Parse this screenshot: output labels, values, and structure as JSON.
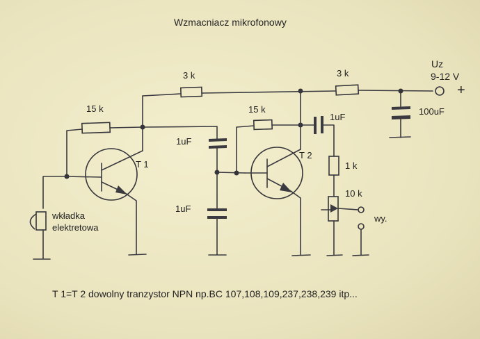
{
  "title": "Wzmacniacz mikrofonowy",
  "labels": {
    "r_top_1": "3 k",
    "r_top_2": "3 k",
    "r_15k_1": "15 k",
    "r_15k_2": "15 k",
    "supply_name": "Uz",
    "supply_voltage": "9-12 V",
    "supply_plus": "+",
    "c_100uf": "100uF",
    "c_1uf_out": "1uF",
    "c_1uf_coupling": "1uF",
    "c_1uf_lower": "1uF",
    "t1": "T 1",
    "t2": "T 2",
    "r_1k": "1 k",
    "pot_10k": "10 k",
    "output": "wy.",
    "mic_line1": "wkładka",
    "mic_line2": "elektretowa"
  },
  "note": "T 1=T 2 dowolny tranzystor NPN  np.BC 107,108,109,237,238,239 itp..."
}
